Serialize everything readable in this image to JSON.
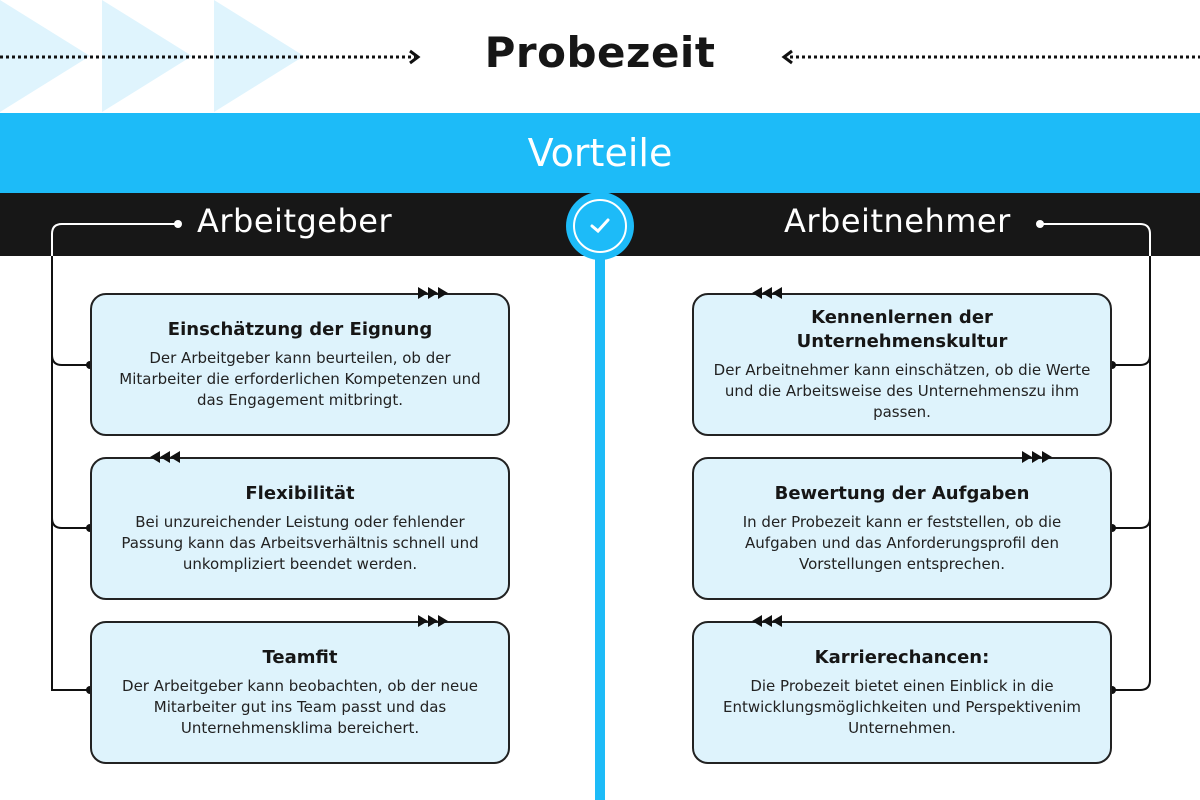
{
  "title": "Probezeit",
  "banner": "Vorteile",
  "left": {
    "header": "Arbeitgeber",
    "cards": [
      {
        "title": "Einschätzung der Eignung",
        "text": "Der Arbeitgeber kann beurteilen, ob der Mitarbeiter die erforderlichen Kompetenzen und das Engagement mitbringt."
      },
      {
        "title": "Flexibilität",
        "text": "Bei unzureichender Leistung oder fehlender Passung kann das Arbeitsverhältnis schnell und unkompliziert beendet werden."
      },
      {
        "title": "Teamfit",
        "text": "Der Arbeitgeber kann beobachten, ob der neue Mitarbeiter gut ins Team passt und das Unternehmensklima bereichert."
      }
    ]
  },
  "right": {
    "header": "Arbeitnehmer",
    "cards": [
      {
        "title": "Kennenlernen der Unternehmenskultur",
        "text": "Der Arbeitnehmer kann einschätzen, ob die Werte und die Arbeitsweise des Unternehmenszu ihm passen."
      },
      {
        "title": "Bewertung der Aufgaben",
        "text": "In der Probezeit kann er feststellen, ob die Aufgaben und das Anforderungsprofil den Vorstellungen entsprechen."
      },
      {
        "title": "Karrierechancen:",
        "text": "Die Probezeit bietet einen Einblick in die Entwicklungsmöglichkeiten und Perspektivenim Unternehmen."
      }
    ]
  },
  "colors": {
    "accent": "#1dbbf8",
    "card": "#def3fc",
    "dark": "#171717"
  }
}
